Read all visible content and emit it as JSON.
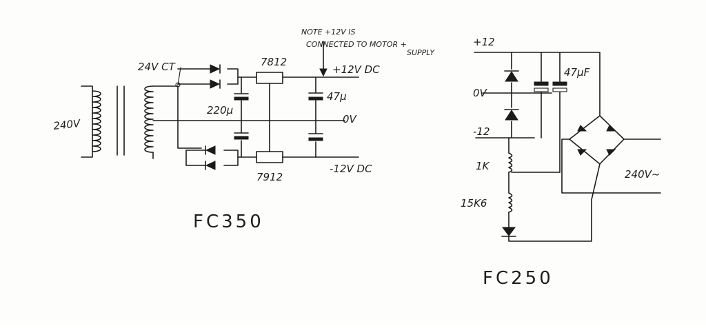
{
  "fc350": {
    "title": "FC350",
    "mains_label": "240V",
    "ct_label": "24V CT",
    "reg_pos": "7812",
    "reg_neg": "7912",
    "cap_main": "220μ",
    "cap_out": "47μ",
    "out_pos": "+12V DC",
    "out_zero": "0V",
    "out_neg": "-12V DC",
    "note_line1": "NOTE +12V IS",
    "note_line2": "CONNECTED TO MOTOR +",
    "note_line3": "SUPPLY"
  },
  "fc250": {
    "title": "FC250",
    "rail_pos": "+12",
    "rail_zero": "0V",
    "rail_neg": "-12",
    "r1": "1K",
    "r2": "15K6",
    "cap": "47μF",
    "mains_label": "240V~"
  }
}
